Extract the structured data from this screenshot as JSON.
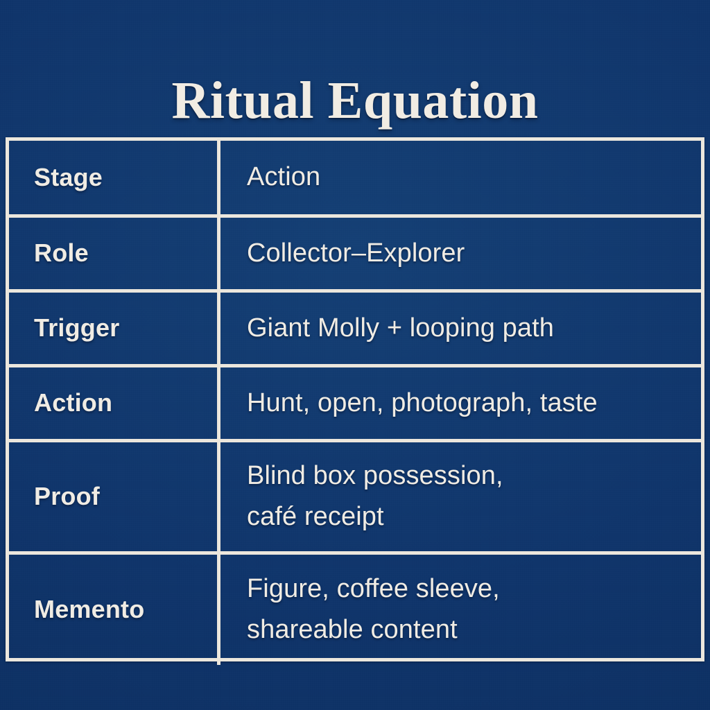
{
  "page": {
    "title": "Ritual Equation",
    "background_color": "#10356b",
    "ink_color": "#f0ece4",
    "rule_color": "#ece7dd"
  },
  "table": {
    "columns": [
      {
        "key": "stage",
        "header": "Stage"
      },
      {
        "key": "action",
        "header": "Action"
      }
    ],
    "rows": [
      {
        "stage": "Role",
        "action_lines": [
          "Collector–Explorer"
        ],
        "action": "Collector–Explorer"
      },
      {
        "stage": "Trigger",
        "action_lines": [
          "Giant Molly + looping path"
        ],
        "action": "Giant Molly + looping path"
      },
      {
        "stage": "Action",
        "action_lines": [
          "Hunt, open, photograph, taste"
        ],
        "action": "Hunt, open, photograph, taste"
      },
      {
        "stage": "Proof",
        "action_lines": [
          "Blind box possession,",
          "café receipt"
        ],
        "action": "Blind box possession, café receipt"
      },
      {
        "stage": "Memento",
        "action_lines": [
          "Figure, coffee sleeve,",
          "shareable content"
        ],
        "action": "Figure, coffee sleeve, shareable content"
      }
    ]
  }
}
